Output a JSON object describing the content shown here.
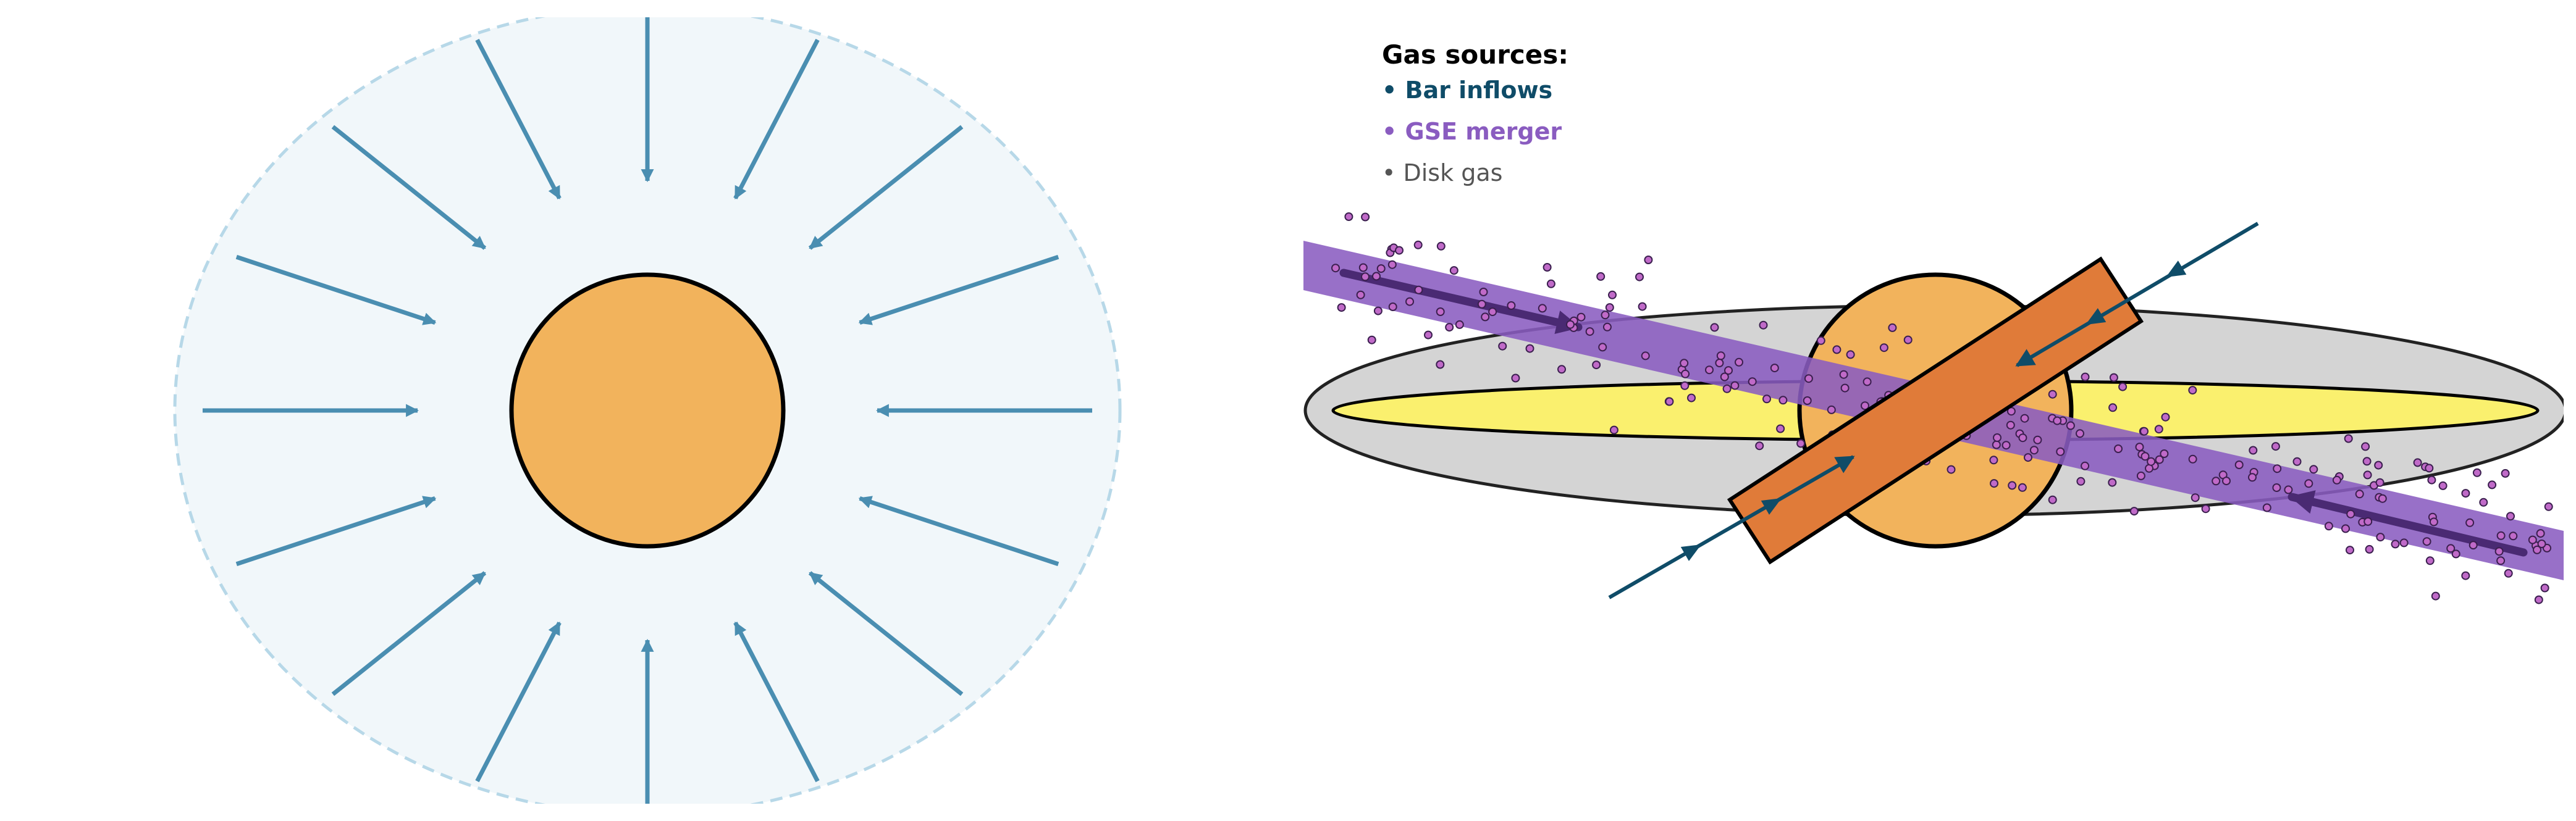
{
  "legend": {
    "title": "Gas sources:",
    "items": [
      {
        "label": "• Bar inflows",
        "color": "#0f4c68",
        "bold": true
      },
      {
        "label": "• GSE merger",
        "color": "#8a5cc0",
        "bold": true
      },
      {
        "label": "• Disk gas",
        "color": "#555555",
        "bold": false
      }
    ]
  },
  "colors": {
    "halo_fill": "#f1f7fa",
    "halo_edge": "#b7d8e8",
    "arrow_blue": "#4a8eb1",
    "bulge": "#f2b35c",
    "disk_outer": "#d4d4d4",
    "disk_inner": "#faf06e",
    "bar": "#e07b39",
    "bar_inflow": "#0f4c68",
    "gse_stream": "#8a5cc0",
    "gse_arrow": "#4a2a73",
    "gse_points": "#c06ac8"
  },
  "icons": {
    "left_panel": "radial-inflow-arrows",
    "right_panel": "barred-galaxy-with-gse-stream"
  }
}
